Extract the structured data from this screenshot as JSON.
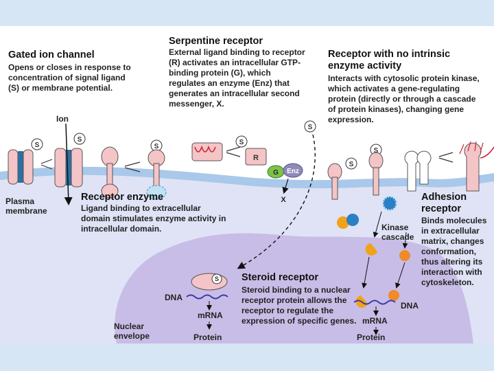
{
  "gated": {
    "title": "Gated ion channel",
    "text": "Opens or closes in response to concentration of signal ligand (S) or membrane potential.",
    "ion_label": "Ion"
  },
  "serpentine": {
    "title": "Serpentine receptor",
    "text": "External ligand binding to receptor (R) activates an intracellular GTP-binding protein (G), which regulates an enzyme (Enz) that generates an intracellular second messenger, X."
  },
  "no_enzyme": {
    "title": "Receptor with no intrinsic enzyme activity",
    "text": "Interacts with cytosolic protein kinase, which activates a gene-regulating protein (directly or through a cascade of protein kinases), changing gene expression."
  },
  "plasma_membrane": "Plasma membrane",
  "receptor_enzyme": {
    "title": "Receptor enzyme",
    "text": "Ligand binding to extracellular domain stimulates enzyme activity in intracellular domain."
  },
  "adhesion": {
    "title": "Adhesion receptor",
    "text": "Binds molecules in extracellular matrix, changes conformation, thus altering its interaction with cytoskeleton."
  },
  "kinase_cascade": "Kinase cascade",
  "steroid": {
    "title": "Steroid receptor",
    "text": "Steroid binding to a nuclear receptor protein allows the receptor to regulate the expression of specific genes."
  },
  "nuclear_envelope": "Nuclear envelope",
  "dna_left": "DNA",
  "mrna_left": "mRNA",
  "protein_left": "Protein",
  "dna_right": "DNA",
  "mrna_right": "mRNA",
  "protein_right": "Protein",
  "symbols": {
    "s": "S",
    "r": "R",
    "g": "G",
    "enz": "Enz",
    "x": "X"
  },
  "colors": {
    "cytoplasm": "#dfe3f5",
    "membrane_blue": "#a9c8ea",
    "nucleus": "#c8bde6",
    "receptor_pink": "#f4c4c6",
    "channel_blue": "#2f6f9f",
    "g_protein": "#7fc24a",
    "enz": "#8f8ab8",
    "kinase_orange": "#f08a2a",
    "kinase_blue": "#2a7fc5"
  }
}
